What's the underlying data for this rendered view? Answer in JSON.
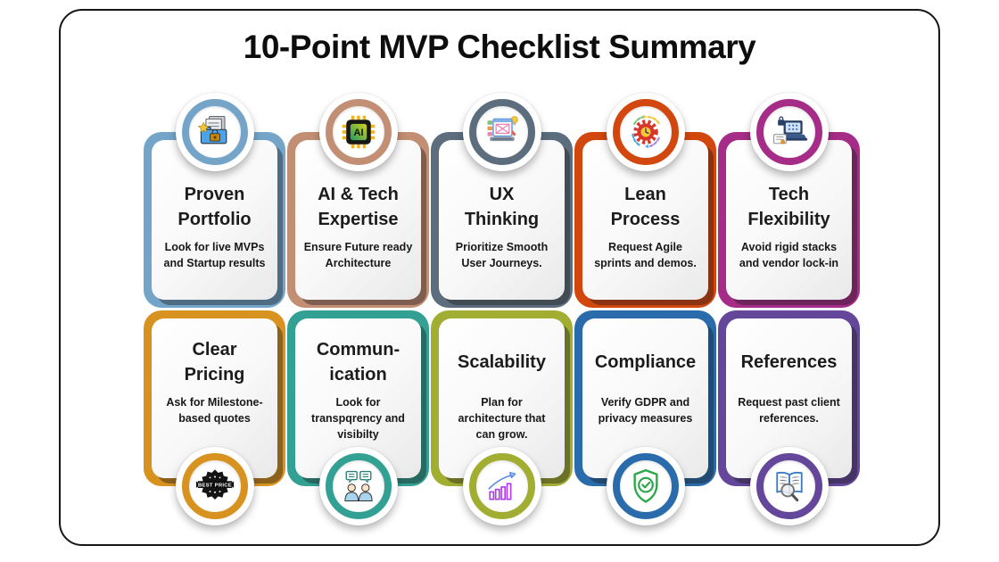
{
  "page": {
    "title": "10-Point MVP Checklist Summary"
  },
  "cards": [
    {
      "title": "Proven\nPortfolio",
      "description": "Look for live MVPs\nand Startup results",
      "accent": "#74a5c9",
      "icon": "portfolio-icon"
    },
    {
      "title": "AI & Tech\nExpertise",
      "description": "Ensure Future ready\nArchitecture",
      "accent": "#c28e74",
      "icon": "ai-chip-icon",
      "icon_text": "AI"
    },
    {
      "title": "UX\nThinking",
      "description": "Prioritize Smooth\nUser Journeys.",
      "accent": "#5c6e7e",
      "icon": "ux-laptop-icon"
    },
    {
      "title": "Lean\nProcess",
      "description": "Request Agile\nsprints and demos.",
      "accent": "#d2470e",
      "icon": "agile-gear-icon"
    },
    {
      "title": "Tech\nFlexibility",
      "description": "Avoid rigid stacks\nand vendor lock-in",
      "accent": "#a52c87",
      "icon": "flexible-laptop-icon"
    },
    {
      "title": "Clear\nPricing",
      "description": "Ask for Milestone-\nbased quotes",
      "accent": "#d8921f",
      "icon": "best-price-badge-icon",
      "badge_text": "BEST PRICE"
    },
    {
      "title": "Commun-\nication",
      "description": "Look for\ntranspqrency and\nvisibilty",
      "accent": "#32a093",
      "icon": "communication-icon"
    },
    {
      "title": "Scalability",
      "description": "Plan for\narchitecture that\ncan grow.",
      "accent": "#a2ae31",
      "icon": "growth-chart-icon"
    },
    {
      "title": "Compliance",
      "description": "Verify GDPR and\nprivacy measures",
      "accent": "#2a6cab",
      "icon": "shield-check-icon"
    },
    {
      "title": "References",
      "description": "Request past client\nreferences.",
      "accent": "#64469b",
      "icon": "book-search-icon"
    }
  ]
}
